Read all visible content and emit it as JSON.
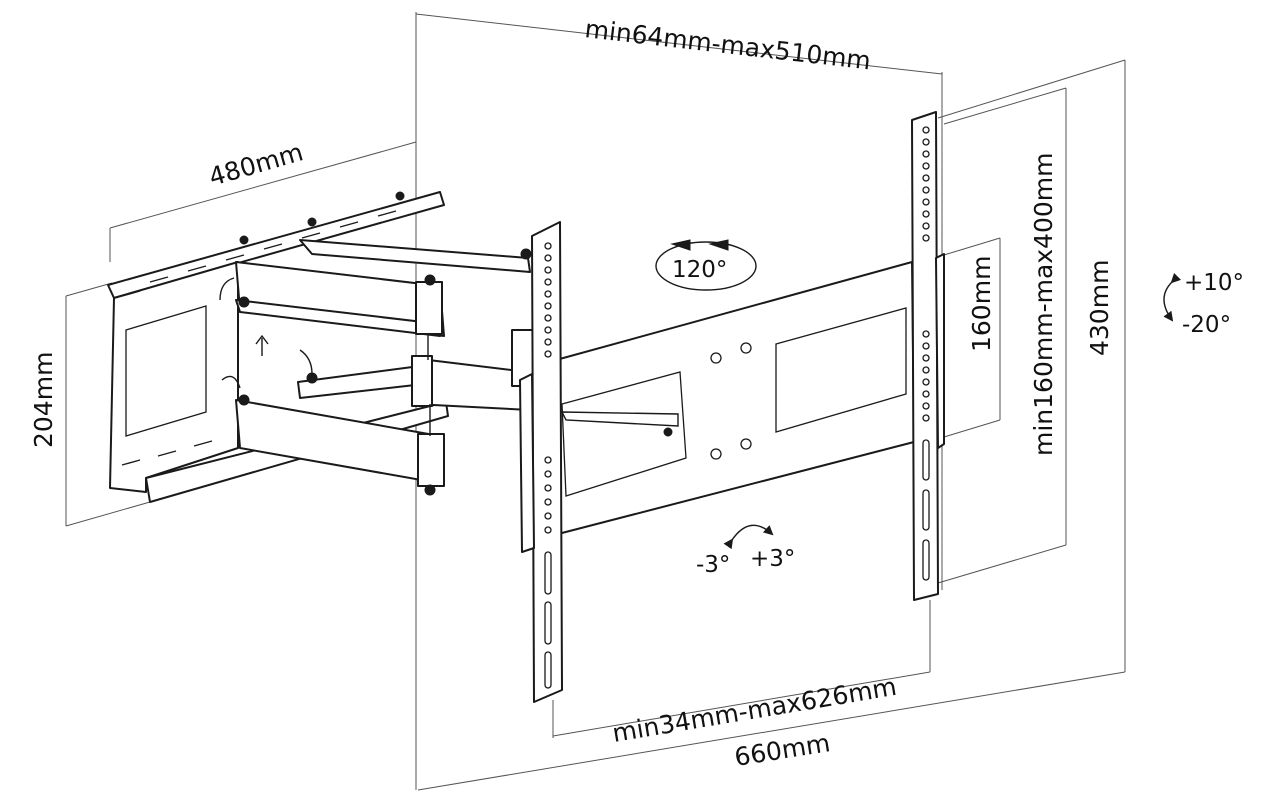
{
  "dimensions": {
    "top_depth": "min64mm-max510mm",
    "wall_plate_width": "480mm",
    "wall_plate_height": "204mm",
    "tv_plate_width": "660mm",
    "horizontal_vesa": "min34mm-max626mm",
    "tv_plate_height": "430mm",
    "vertical_vesa": "min160mm-max400mm",
    "hole_spacing": "160mm"
  },
  "rotations": {
    "swivel": "120°",
    "tilt_up": "+10°",
    "tilt_down": "-20°",
    "level_minus": "-3°",
    "level_plus": "+3°"
  },
  "colors": {
    "line": "#1a1a1a",
    "background": "#ffffff"
  }
}
